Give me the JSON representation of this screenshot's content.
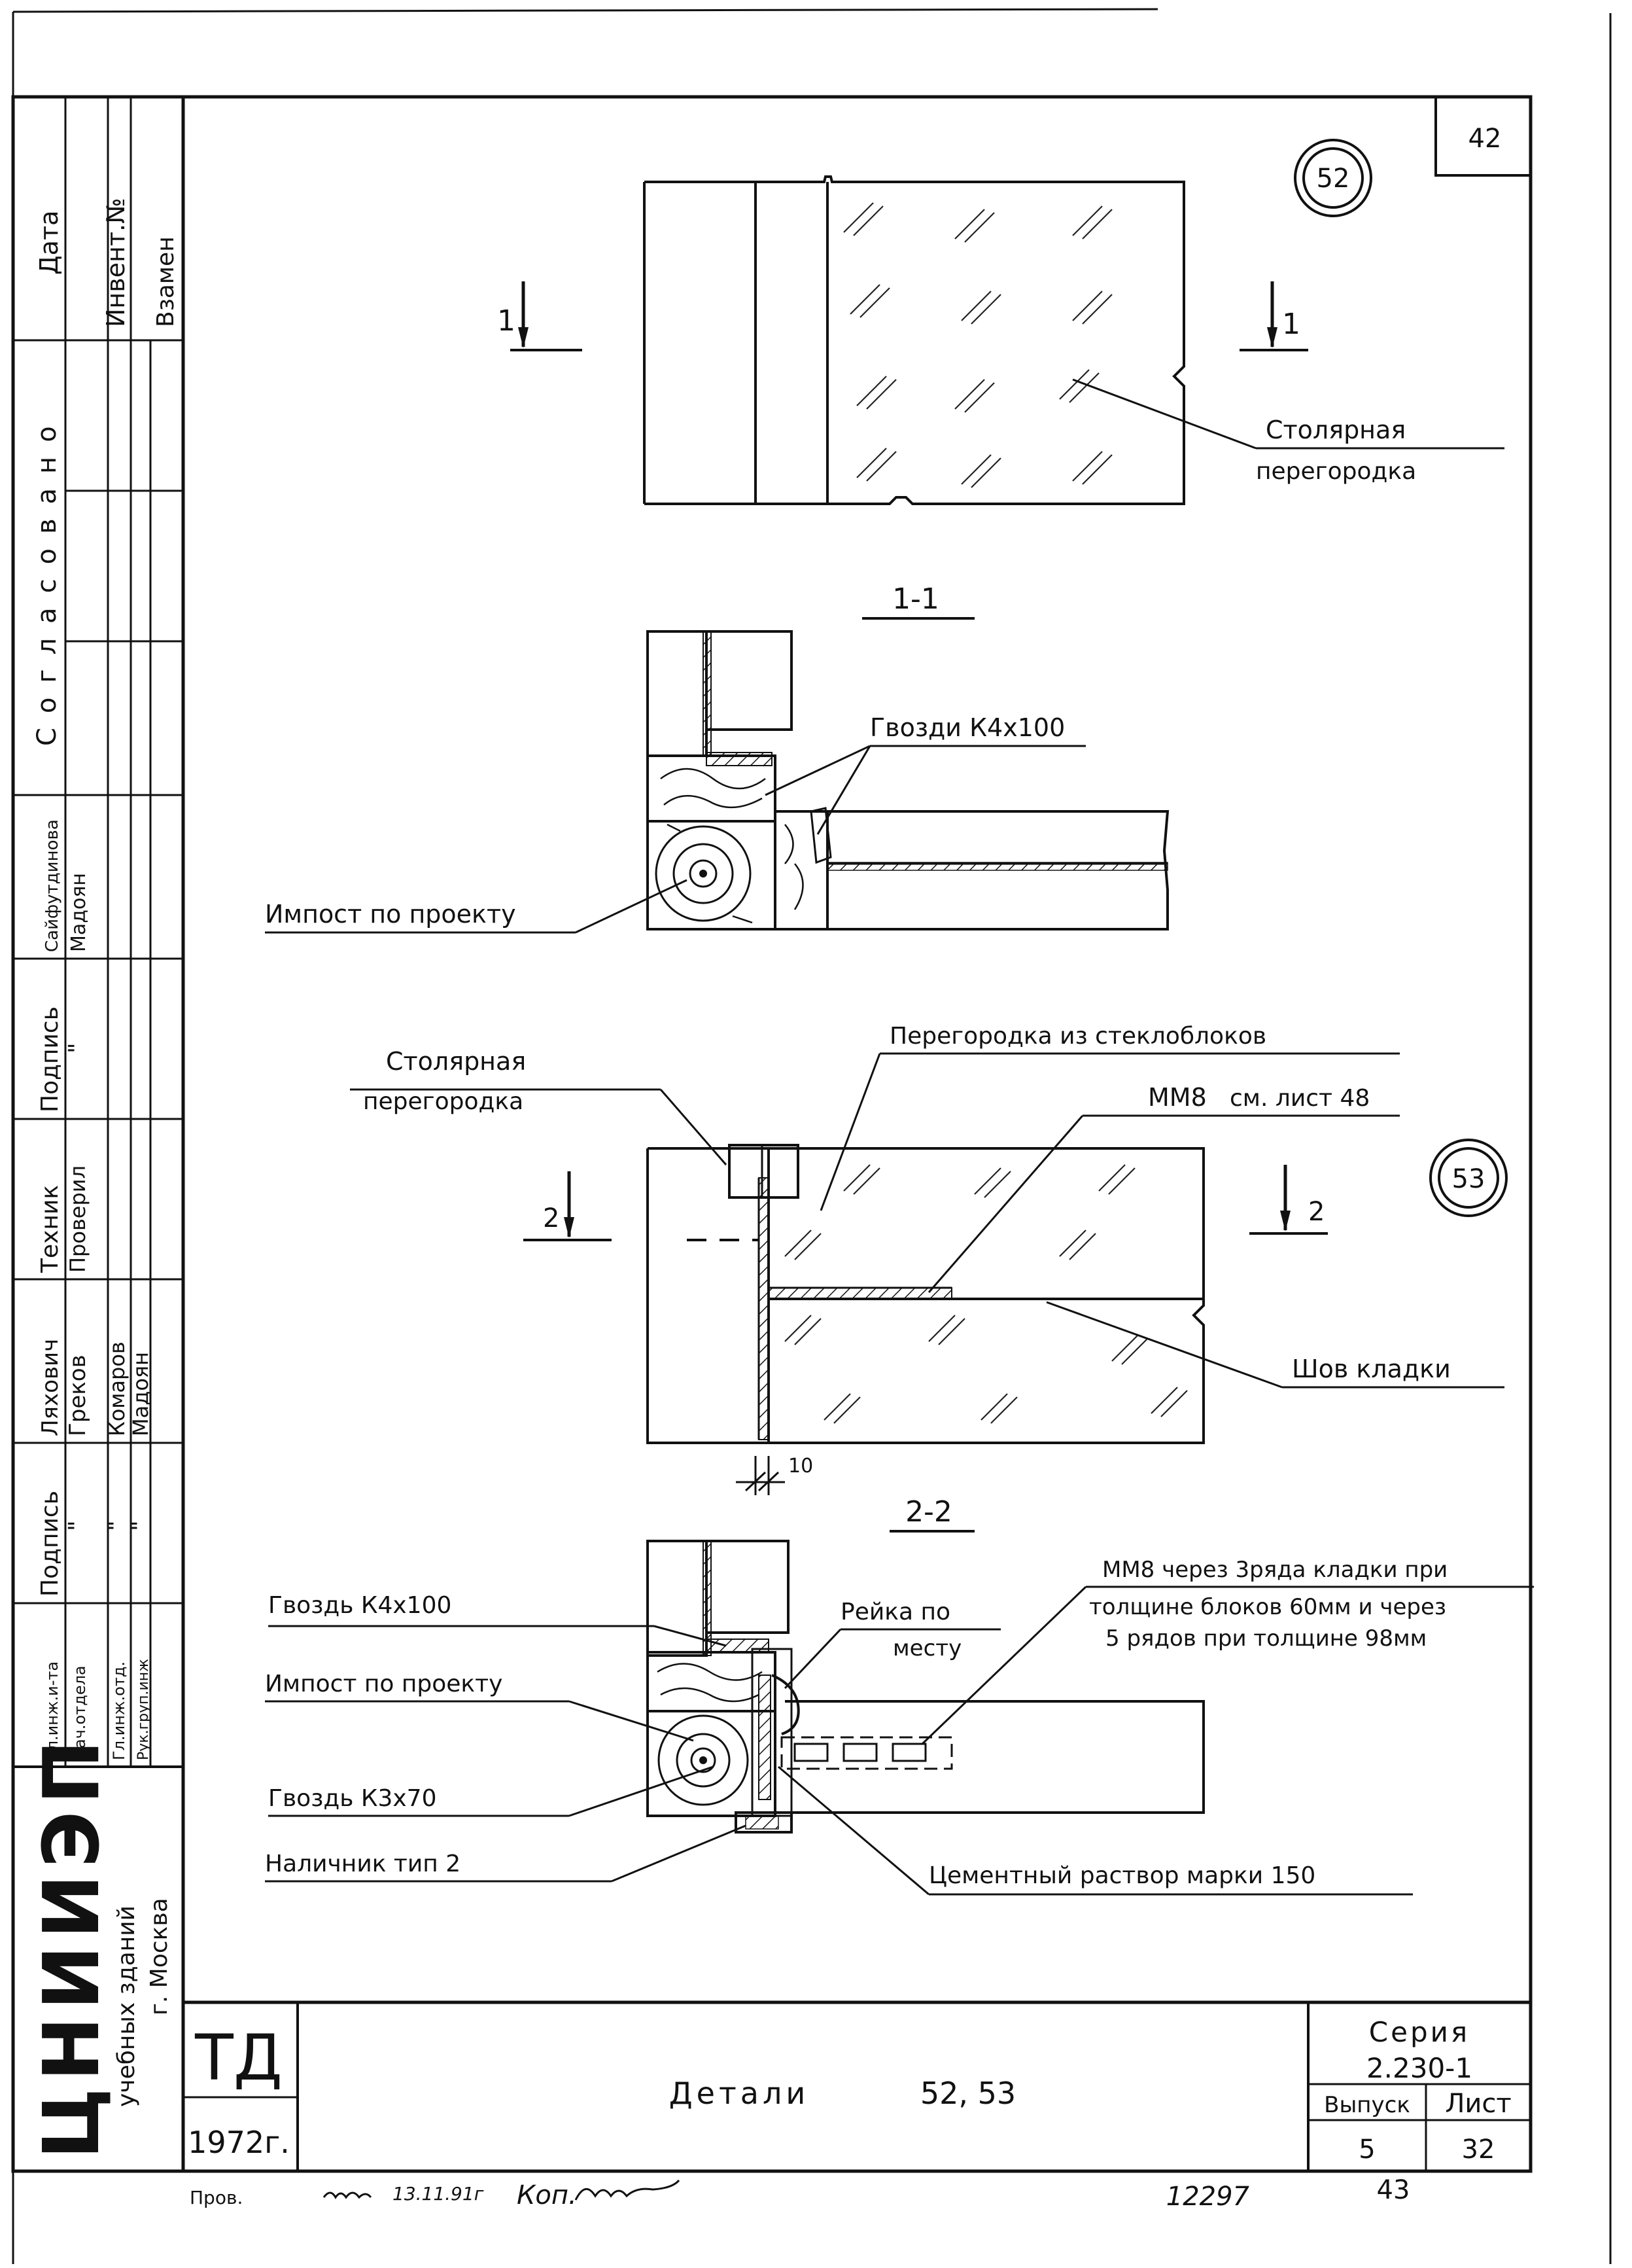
{
  "sheet": {
    "number_top": "42",
    "number_bottom": "43",
    "archive_no": "12297",
    "check_mark": "Пров.",
    "signature_date": "13.11.91г",
    "copy_label": "Коп."
  },
  "detail_52": {
    "callout": "52",
    "section_marker": "1",
    "label_line1": "Столярная",
    "label_line2": "перегородка",
    "section_title": "1-1",
    "nails_label": "Гвозди К4х100",
    "impost_label": "Импост по проекту"
  },
  "detail_53": {
    "callout": "53",
    "section_marker": "2",
    "carpentry_line1": "Столярная",
    "carpentry_line2": "перегородка",
    "glass_block_label": "Перегородка из стеклоблоков",
    "mm8_label": "ММ8",
    "mm8_ref": "см. лист 48",
    "joint_label": "Шов кладки",
    "dim_10": "10",
    "section_title": "2-2",
    "nail_k4_label": "Гвоздь К4х100",
    "rail_line1": "Рейка по",
    "rail_line2": "месту",
    "mm8_note_line1": "ММ8 через 3ряда кладки при",
    "mm8_note_line2": "толщине блоков 60мм и через",
    "mm8_note_line3": "5 рядов при толщине 98мм",
    "impost_label": "Импост по проекту",
    "nail_k3_label": "Гвоздь К3х70",
    "casing_label": "Наличник тип 2",
    "mortar_label": "Цементный раствор марки 150"
  },
  "left_strip": {
    "date": "Дата",
    "inv_no": "Инвент.№",
    "replace": "Взамен",
    "agreed": "Согласовано",
    "sign_col": "Подпись",
    "sign_names": [
      "Сайфутдинова",
      "Мадоян"
    ],
    "sign_mark": "\"",
    "tech": "Техник",
    "checked": "Проверил",
    "names": [
      "Ляхович",
      "Греков",
      "Комаров",
      "Мадоян"
    ],
    "positions": [
      "Гл.инж.и-та",
      "Нач.отдела",
      "Гл.инж.отд.",
      "Рук.груп.инж"
    ],
    "org_logo": "ЦНИИЭП",
    "org_line1": "учебных зданий",
    "org_line2": "г. Москва"
  },
  "title_block": {
    "stamp": "ТД",
    "year": "1972г.",
    "title": "Детали",
    "title_numbers": "52, 53",
    "series_label": "Серия",
    "series_value": "2.230-1",
    "issue_label": "Выпуск",
    "issue_value": "5",
    "sheet_label": "Лист",
    "sheet_value": "32"
  }
}
